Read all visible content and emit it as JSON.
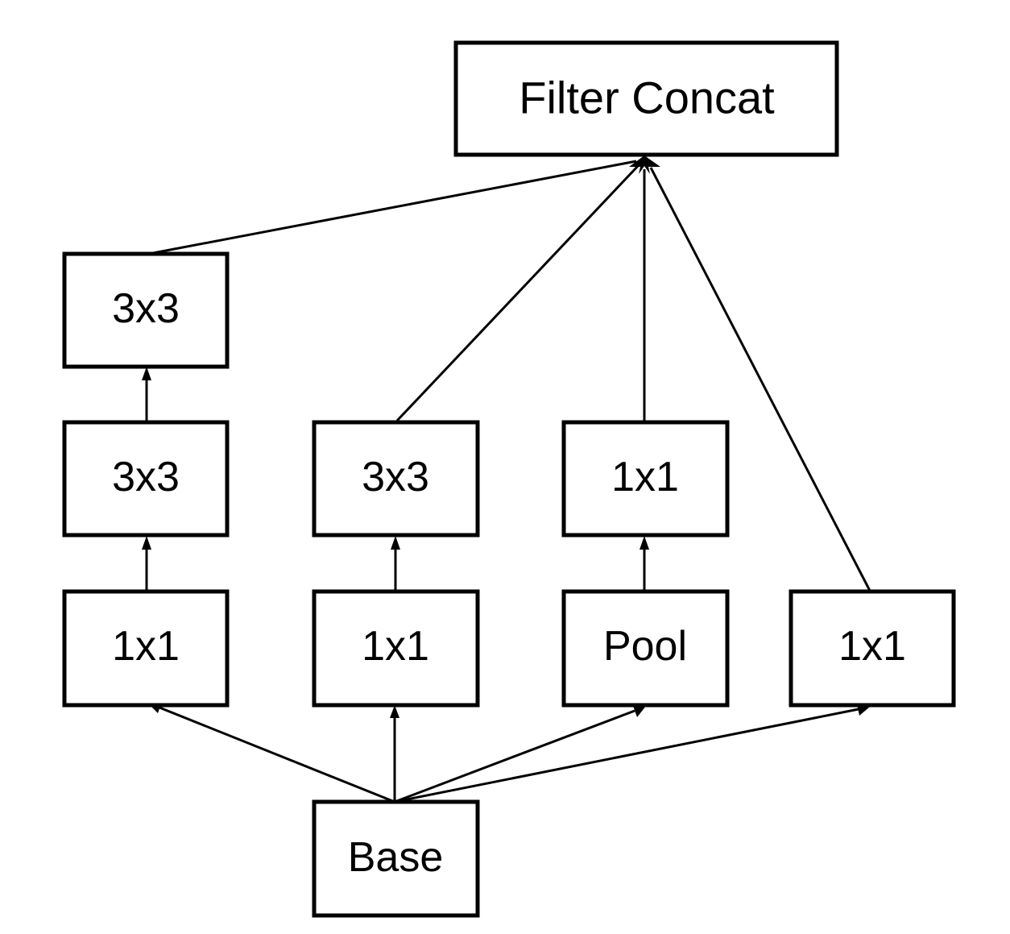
{
  "nodes": {
    "filter_concat": "Filter Concat",
    "left_top_conv": "3x3",
    "left_mid_conv": "3x3",
    "left_bottom_conv": "1x1",
    "center_left_top_conv": "3x3",
    "center_left_bottom_conv": "1x1",
    "center_right_top_conv": "1x1",
    "pool": "Pool",
    "right_conv": "1x1",
    "base": "Base"
  }
}
